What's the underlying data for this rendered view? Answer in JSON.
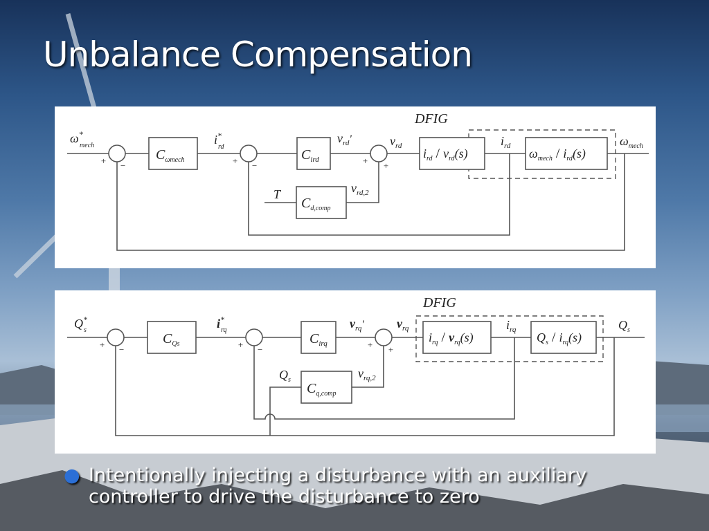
{
  "slide": {
    "title": "Unbalance Compensation",
    "bullet": "Intentionally injecting a disturbance with an auxiliary controller to drive the disturbance to zero"
  },
  "colors": {
    "bullet_dot": "#2b6fd6",
    "title_text": "#ffffff",
    "diagram_line": "#555555"
  },
  "diagram_d": {
    "group_label": "DFIG",
    "input": {
      "symbol": "ω",
      "sup": "*",
      "sub": "mech"
    },
    "ref_current": {
      "symbol": "i",
      "sup": "*",
      "sub": "rd"
    },
    "controller_speed": {
      "symbol": "C",
      "sub": "ωmech"
    },
    "controller_current": {
      "symbol": "C",
      "sub": "ird"
    },
    "comp_input": "T",
    "controller_comp": {
      "symbol": "C",
      "sub": "d,comp"
    },
    "v_prime": {
      "symbol": "v",
      "sub": "rd",
      "mark": "'"
    },
    "v_comp": {
      "symbol": "v",
      "sub": "rd,2"
    },
    "v_total": {
      "symbol": "v",
      "sub": "rd"
    },
    "plant1": "i_rd / v_rd (s)",
    "plant1_num": {
      "symbol": "i",
      "sub": "rd"
    },
    "plant1_den": {
      "symbol": "v",
      "sub": "rd"
    },
    "plant1_arg": "(s)",
    "mid_signal": {
      "symbol": "i",
      "sub": "rd"
    },
    "plant2_num": {
      "symbol": "ω",
      "sub": "mech"
    },
    "plant2_den": {
      "symbol": "i",
      "sub": "rd"
    },
    "plant2_arg": "(s)",
    "output": {
      "symbol": "ω",
      "sub": "mech"
    },
    "signs": {
      "plus": "+",
      "minus": "−"
    }
  },
  "diagram_q": {
    "group_label": "DFIG",
    "input": {
      "symbol": "Q",
      "sup": "*",
      "sub": "s"
    },
    "ref_current": {
      "symbol": "i",
      "sup": "*",
      "sub": "rq"
    },
    "controller_power": {
      "symbol": "C",
      "sub": "Qs"
    },
    "controller_current": {
      "symbol": "C",
      "sub": "irq"
    },
    "comp_input": {
      "symbol": "Q",
      "sub": "s"
    },
    "controller_comp": {
      "symbol": "C",
      "sub": "q,comp"
    },
    "v_prime": {
      "symbol": "v",
      "sub": "rq",
      "mark": "'"
    },
    "v_comp": {
      "symbol": "v",
      "sub": "rq,2"
    },
    "v_total": {
      "symbol": "v",
      "sub": "rq"
    },
    "plant1_num": {
      "symbol": "i",
      "sub": "rq"
    },
    "plant1_den": {
      "symbol": "v",
      "sub": "rq"
    },
    "plant1_arg": "(s)",
    "mid_signal": {
      "symbol": "i",
      "sub": "rq"
    },
    "plant2_num": {
      "symbol": "Q",
      "sub": "s"
    },
    "plant2_den": {
      "symbol": "i",
      "sub": "rq"
    },
    "plant2_arg": "(s)",
    "output": {
      "symbol": "Q",
      "sub": "s"
    },
    "signs": {
      "plus": "+",
      "minus": "−"
    }
  }
}
